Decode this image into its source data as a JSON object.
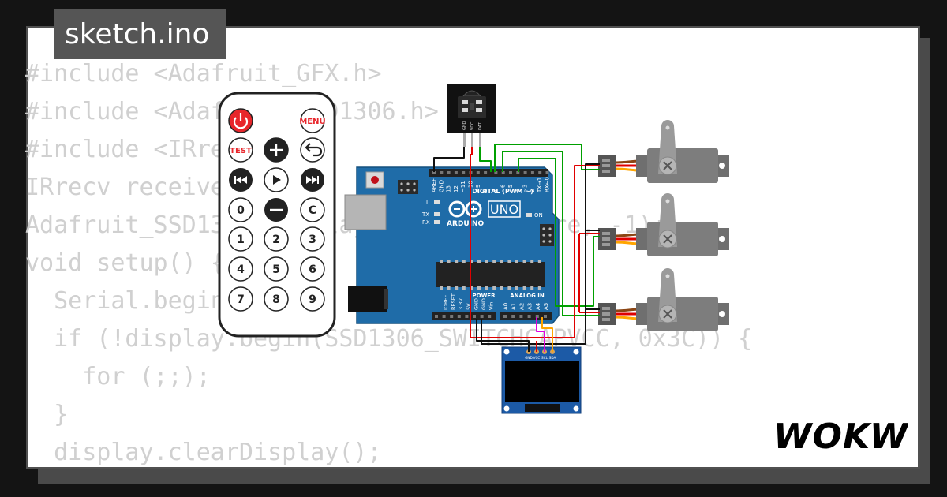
{
  "tab": {
    "title": "sketch.ino"
  },
  "code_lines": [
    "#include <Adafruit_GFX.h>",
    "#include <Adafruit_SSD1306.h>",
    "#include <IRremote.h>",
    "IRrecv receiver(2);",
    "Adafruit_SSD1306 display(128, 64, &Wire, -1);",
    "void setup() {",
    "  Serial.begin(9600);",
    "  if (!display.begin(SSD1306_SWITCHCAPVCC, 0x3C)) {",
    "    for (;;);",
    "  }",
    "  display.clearDisplay();"
  ],
  "brand": {
    "logo": "WOKWi",
    "color": "#000000"
  },
  "remote": {
    "labels": {
      "power": "",
      "menu": "MENU",
      "test": "TEST",
      "d0": "0",
      "c": "C",
      "d1": "1",
      "d2": "2",
      "d3": "3",
      "d4": "4",
      "d5": "5",
      "d6": "6",
      "d7": "7",
      "d8": "8",
      "d9": "9"
    },
    "icons": [
      "power-icon",
      "plus-icon",
      "back-arrow-icon",
      "rewind-icon",
      "play-icon",
      "fast-forward-icon",
      "minus-icon"
    ]
  },
  "arduino": {
    "aref": "AREF",
    "gnd": "GND",
    "pins_digital": [
      "13",
      "12",
      "~11",
      "~10",
      "~9",
      "8",
      "7",
      "~6",
      "~5",
      "4",
      "~3",
      "2",
      "TX→1",
      "RX←0"
    ],
    "digital_label": "DIGITAL (PWM ~)",
    "l": "L",
    "tx": "TX",
    "rx": "RX",
    "uno": "UNO",
    "logo": "ARDUINO",
    "on": "ON",
    "power_pins": [
      "IOREF",
      "RESET",
      "3.3V",
      "5V",
      "GND",
      "GND",
      "Vin"
    ],
    "power_label": "POWER",
    "analog_label": "ANALOG IN",
    "analog_pins": [
      "A0",
      "A1",
      "A2",
      "A3",
      "A4",
      "A5"
    ]
  },
  "ir_receiver": {
    "pins": [
      "GND",
      "VCC",
      "DAT"
    ]
  },
  "oled": {
    "pins": [
      "GND",
      "VCC",
      "SCL",
      "SDA"
    ]
  },
  "colors": {
    "arduino_blue": "#1f6ca8",
    "wire_red": "#e00000",
    "wire_green": "#00a000",
    "wire_black": "#111111",
    "wire_orange": "#ffa500",
    "wire_magenta": "#e000e0",
    "servo_gray": "#7a7a7a",
    "servo_horn": "#8d8d8d"
  }
}
